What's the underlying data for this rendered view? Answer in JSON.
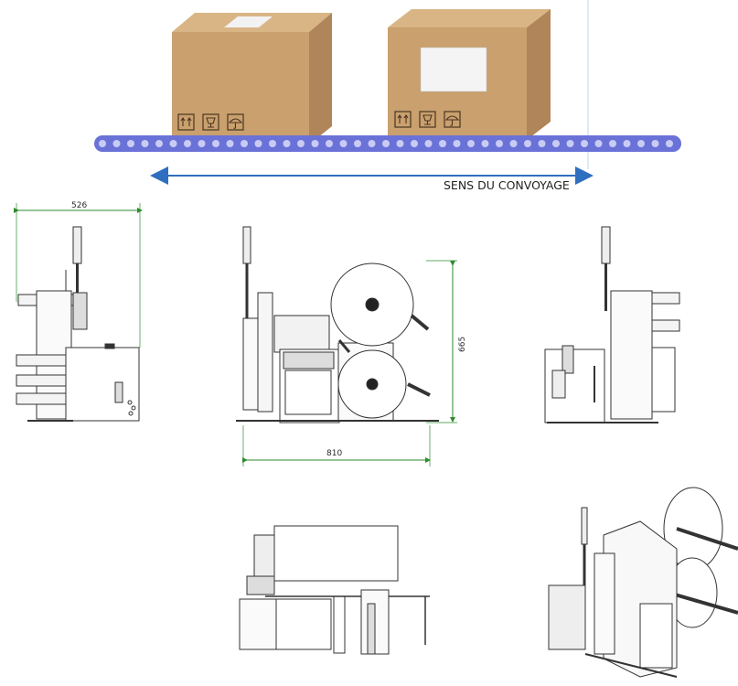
{
  "conveyor": {
    "direction_label": "SENS DU CONVOYAGE",
    "belt_color": "#6a72d8",
    "arrow_color": "#2f6fbf"
  },
  "boxes": {
    "box_color": "#c9a06e",
    "pictograms": [
      "this-way-up-icon",
      "fragile-glass-icon",
      "keep-dry-umbrella-icon"
    ]
  },
  "dimensions": {
    "side_width": "526",
    "front_width": "810",
    "front_height": "665",
    "dim_color": "#2e8b2e"
  }
}
